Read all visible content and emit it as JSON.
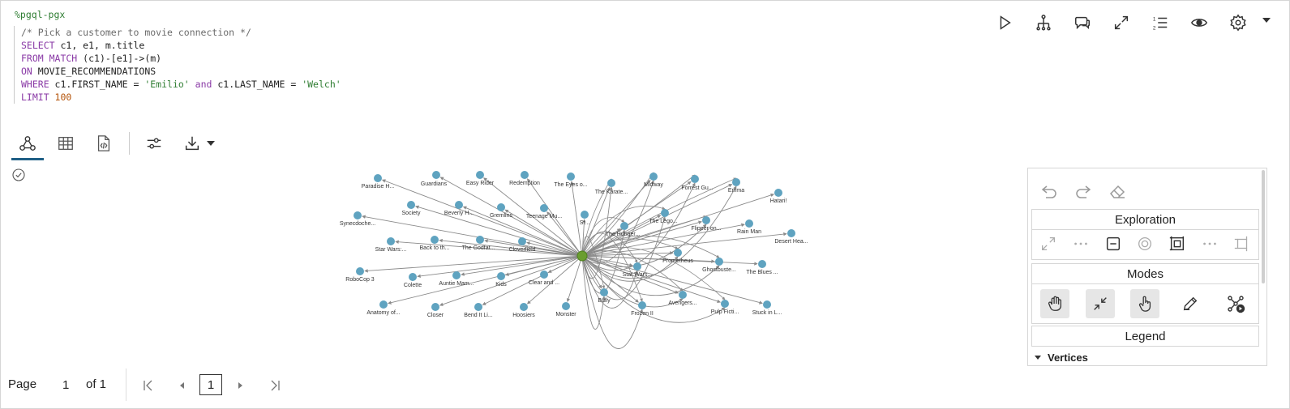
{
  "code": {
    "magic": "%pgql-pgx",
    "comment": "/* Pick a customer to movie connection */",
    "line_select_kw": "SELECT",
    "line_select_rest": " c1, e1, m.title",
    "line_from_kw": "FROM MATCH",
    "line_from_rest": " (c1)-[e1]->(m)",
    "line_on_kw": "ON",
    "line_on_rest": " MOVIE_RECOMMENDATIONS",
    "line_where_kw": "WHERE",
    "line_where_a": " c1.FIRST_NAME = ",
    "line_where_s1": "'Emilio'",
    "line_where_and": " and ",
    "line_where_b": "c1.LAST_NAME = ",
    "line_where_s2": "'Welch'",
    "line_limit_kw": "LIMIT",
    "line_limit_num": " 100"
  },
  "toolbar_icons": [
    "play-icon",
    "hierarchy-icon",
    "comments-icon",
    "expand-icon",
    "numbered-list-icon",
    "eye-icon",
    "gear-icon"
  ],
  "view_tabs": [
    "graph-icon",
    "table-icon",
    "code-file-icon",
    "sliders-icon",
    "download-icon"
  ],
  "graph": {
    "center_color": "#6a9e2f",
    "node_color": "#5fa3c0",
    "edge_color": "#8a8a8a",
    "vertices": [
      {
        "label": "Paradise H..."
      },
      {
        "label": "Guardians"
      },
      {
        "label": "Easy Rider"
      },
      {
        "label": "Redemption"
      },
      {
        "label": "The Eyes o..."
      },
      {
        "label": "The Karate..."
      },
      {
        "label": "Midway"
      },
      {
        "label": "Forrest Gu..."
      },
      {
        "label": "Emma"
      },
      {
        "label": "Hatari!"
      },
      {
        "label": "Society"
      },
      {
        "label": "Beverly H..."
      },
      {
        "label": "Gremlins"
      },
      {
        "label": "Teenage Mu..."
      },
      {
        "label": "St..."
      },
      {
        "label": "The Hunger..."
      },
      {
        "label": "The Lego..."
      },
      {
        "label": "Flipper on..."
      },
      {
        "label": "Rain Man"
      },
      {
        "label": "Synecdoche..."
      },
      {
        "label": "Desert Hea..."
      },
      {
        "label": "Star Wars:..."
      },
      {
        "label": "Back to th..."
      },
      {
        "label": "The Godfat..."
      },
      {
        "label": "Cloverfield"
      },
      {
        "label": "Prometheus"
      },
      {
        "label": "Ghostbuste..."
      },
      {
        "label": "The Blues ..."
      },
      {
        "label": "RoboCop 3"
      },
      {
        "label": "Colette"
      },
      {
        "label": "Auntie Mam..."
      },
      {
        "label": "Kids"
      },
      {
        "label": "Clear and ..."
      },
      {
        "label": "Star Wars..."
      },
      {
        "label": "Bully"
      },
      {
        "label": "Frozen II"
      },
      {
        "label": "Avengers..."
      },
      {
        "label": "Pulp Ficti..."
      },
      {
        "label": "Stuck in L..."
      },
      {
        "label": "Anatomy of..."
      },
      {
        "label": "Closer"
      },
      {
        "label": "Bend It Li..."
      },
      {
        "label": "Hoosiers"
      },
      {
        "label": "Monster"
      }
    ]
  },
  "panel": {
    "exploration_label": "Exploration",
    "modes_label": "Modes",
    "legend_label": "Legend",
    "vertices_label": "Vertices"
  },
  "pager": {
    "page_label": "Page",
    "page_value": "1",
    "of_label": "of 1",
    "current": "1"
  }
}
